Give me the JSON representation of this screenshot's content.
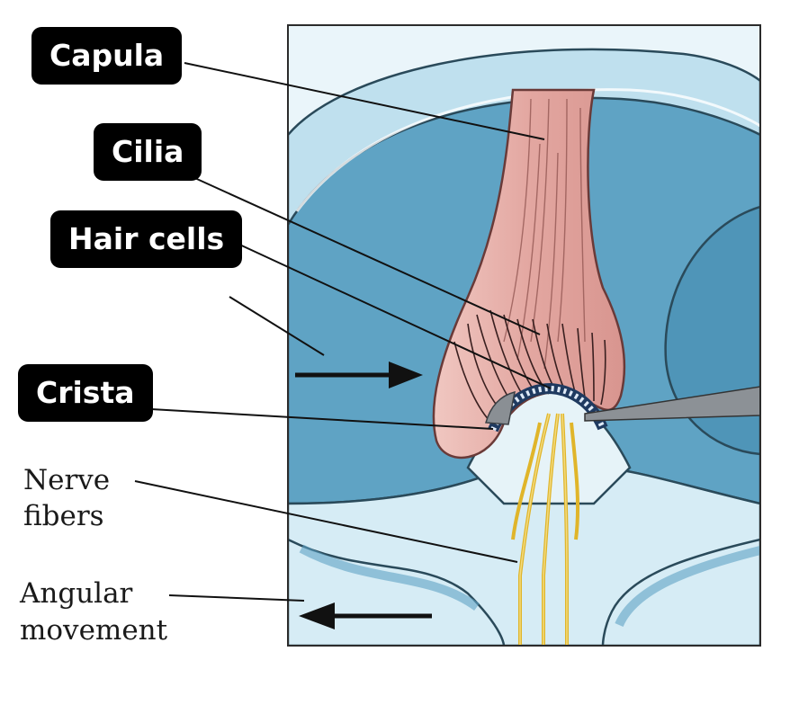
{
  "labels": {
    "capula": "Capula",
    "cilia": "Cilia",
    "hair_cells": "Hair cells",
    "crista": "Crista",
    "nerve_fibers_line1": "Nerve",
    "nerve_fibers_line2": "fibers",
    "angular_movement_line1": "Angular",
    "angular_movement_line2": "movement"
  },
  "colors": {
    "fluid_blue": "#5fa3c4",
    "light_blue": "#cfe8f2",
    "cupula_pink": "#e8b4ae",
    "nerve_yellow": "#f2d24a",
    "label_bg": "#000000",
    "label_text": "#ffffff"
  }
}
